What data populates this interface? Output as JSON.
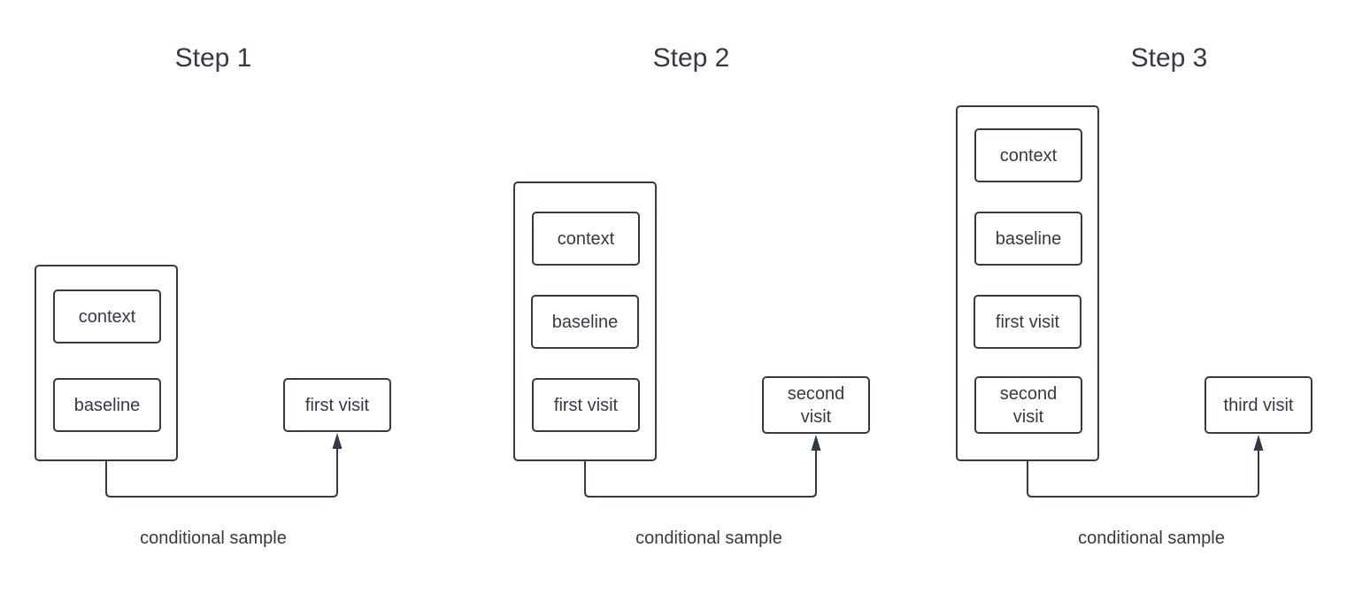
{
  "colors": {
    "stroke": "#343a45",
    "text": "#343a45",
    "background": "#ffffff"
  },
  "steps": [
    {
      "title": "Step 1",
      "conditioning": [
        "context",
        "baseline"
      ],
      "target": "first visit",
      "caption": "conditional sample"
    },
    {
      "title": "Step 2",
      "conditioning": [
        "context",
        "baseline",
        "first visit"
      ],
      "target": "second\nvisit",
      "caption": "conditional sample"
    },
    {
      "title": "Step 3",
      "conditioning": [
        "context",
        "baseline",
        "first visit",
        "second\nvisit"
      ],
      "target": "third visit",
      "caption": "conditional sample"
    }
  ]
}
